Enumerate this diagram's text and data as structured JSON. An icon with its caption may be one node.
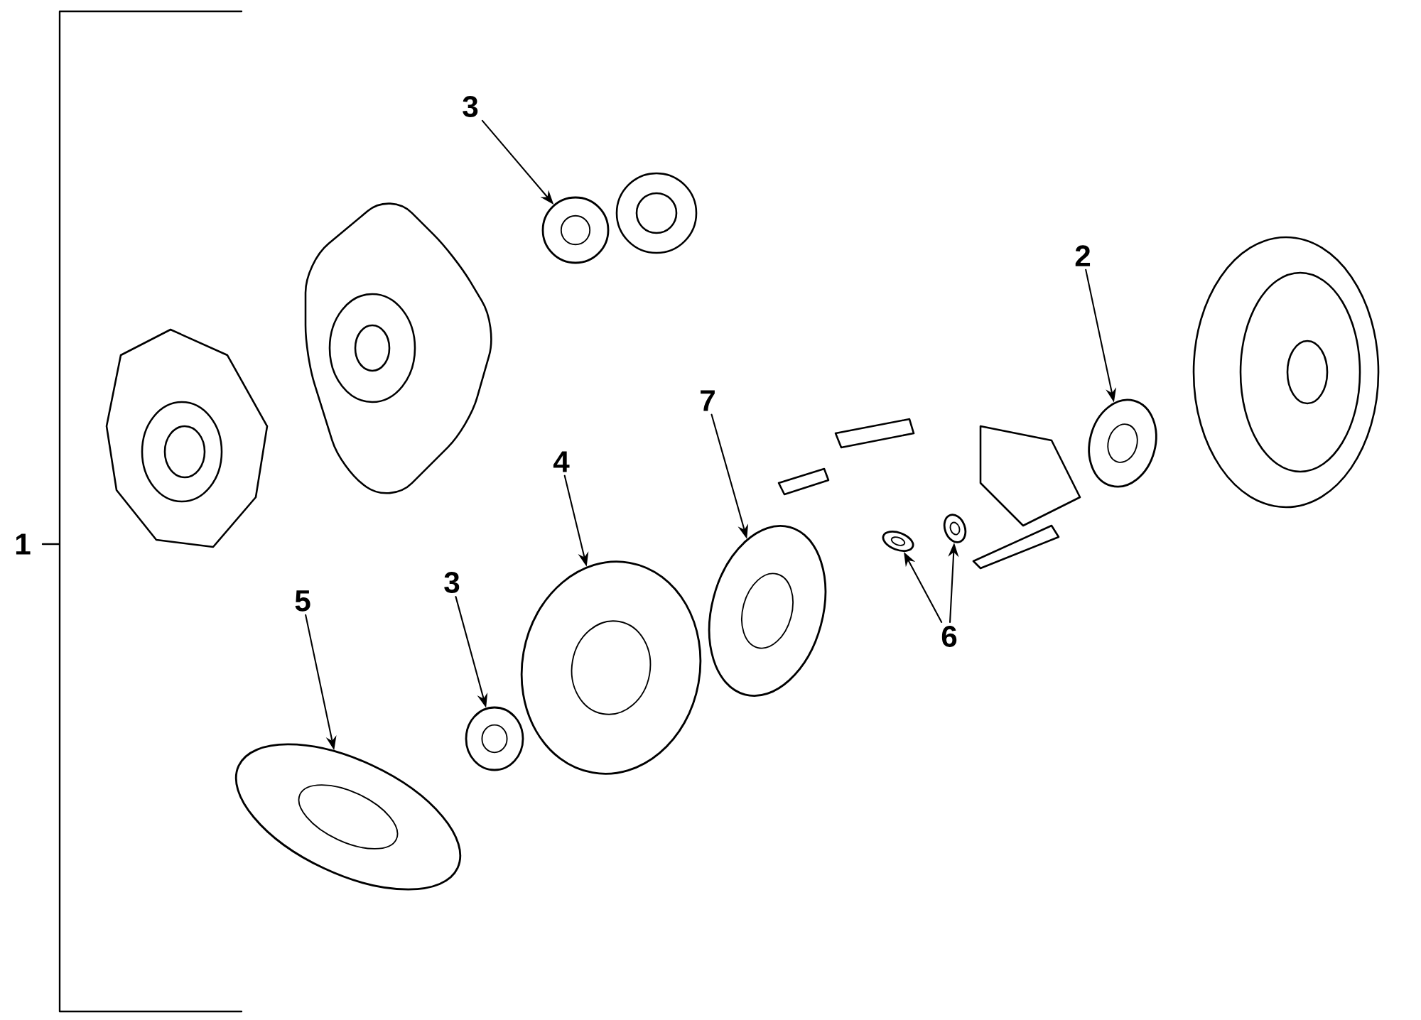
{
  "diagram": {
    "nodes": [
      {
        "text": [
          "3"
        ]
      },
      {
        "text": [],
        "shape": "picture"
      },
      {
        "text": [
          "2"
        ]
      },
      {
        "text": [],
        "shape": "picture"
      },
      {
        "text": [
          "7"
        ]
      },
      {
        "text": [],
        "shape": "picture"
      },
      {
        "text": [
          "4"
        ]
      },
      {
        "text": [],
        "shape": "picture"
      },
      {
        "text": [
          "3"
        ]
      },
      {
        "text": [],
        "shape": "picture"
      },
      {
        "text": [
          "5"
        ]
      },
      {
        "text": [],
        "shape": "picture"
      },
      {
        "text": [
          "6"
        ]
      },
      {
        "text": [],
        "shape": "picture"
      },
      {
        "text": [],
        "shape": "picture"
      }
    ],
    "edges": [
      {
        "from": 0,
        "to": 1,
        "arrow": "to"
      },
      {
        "from": 2,
        "to": 3,
        "arrow": "to"
      },
      {
        "from": 4,
        "to": 5,
        "arrow": "to"
      },
      {
        "from": 6,
        "to": 7,
        "arrow": "to"
      },
      {
        "from": 8,
        "to": 9,
        "arrow": "to"
      },
      {
        "from": 10,
        "to": 11,
        "arrow": "to"
      },
      {
        "from": 12,
        "to": 13,
        "arrow": "to"
      },
      {
        "from": 12,
        "to": 14,
        "arrow": "to"
      }
    ],
    "labels": [
      "1"
    ]
  }
}
